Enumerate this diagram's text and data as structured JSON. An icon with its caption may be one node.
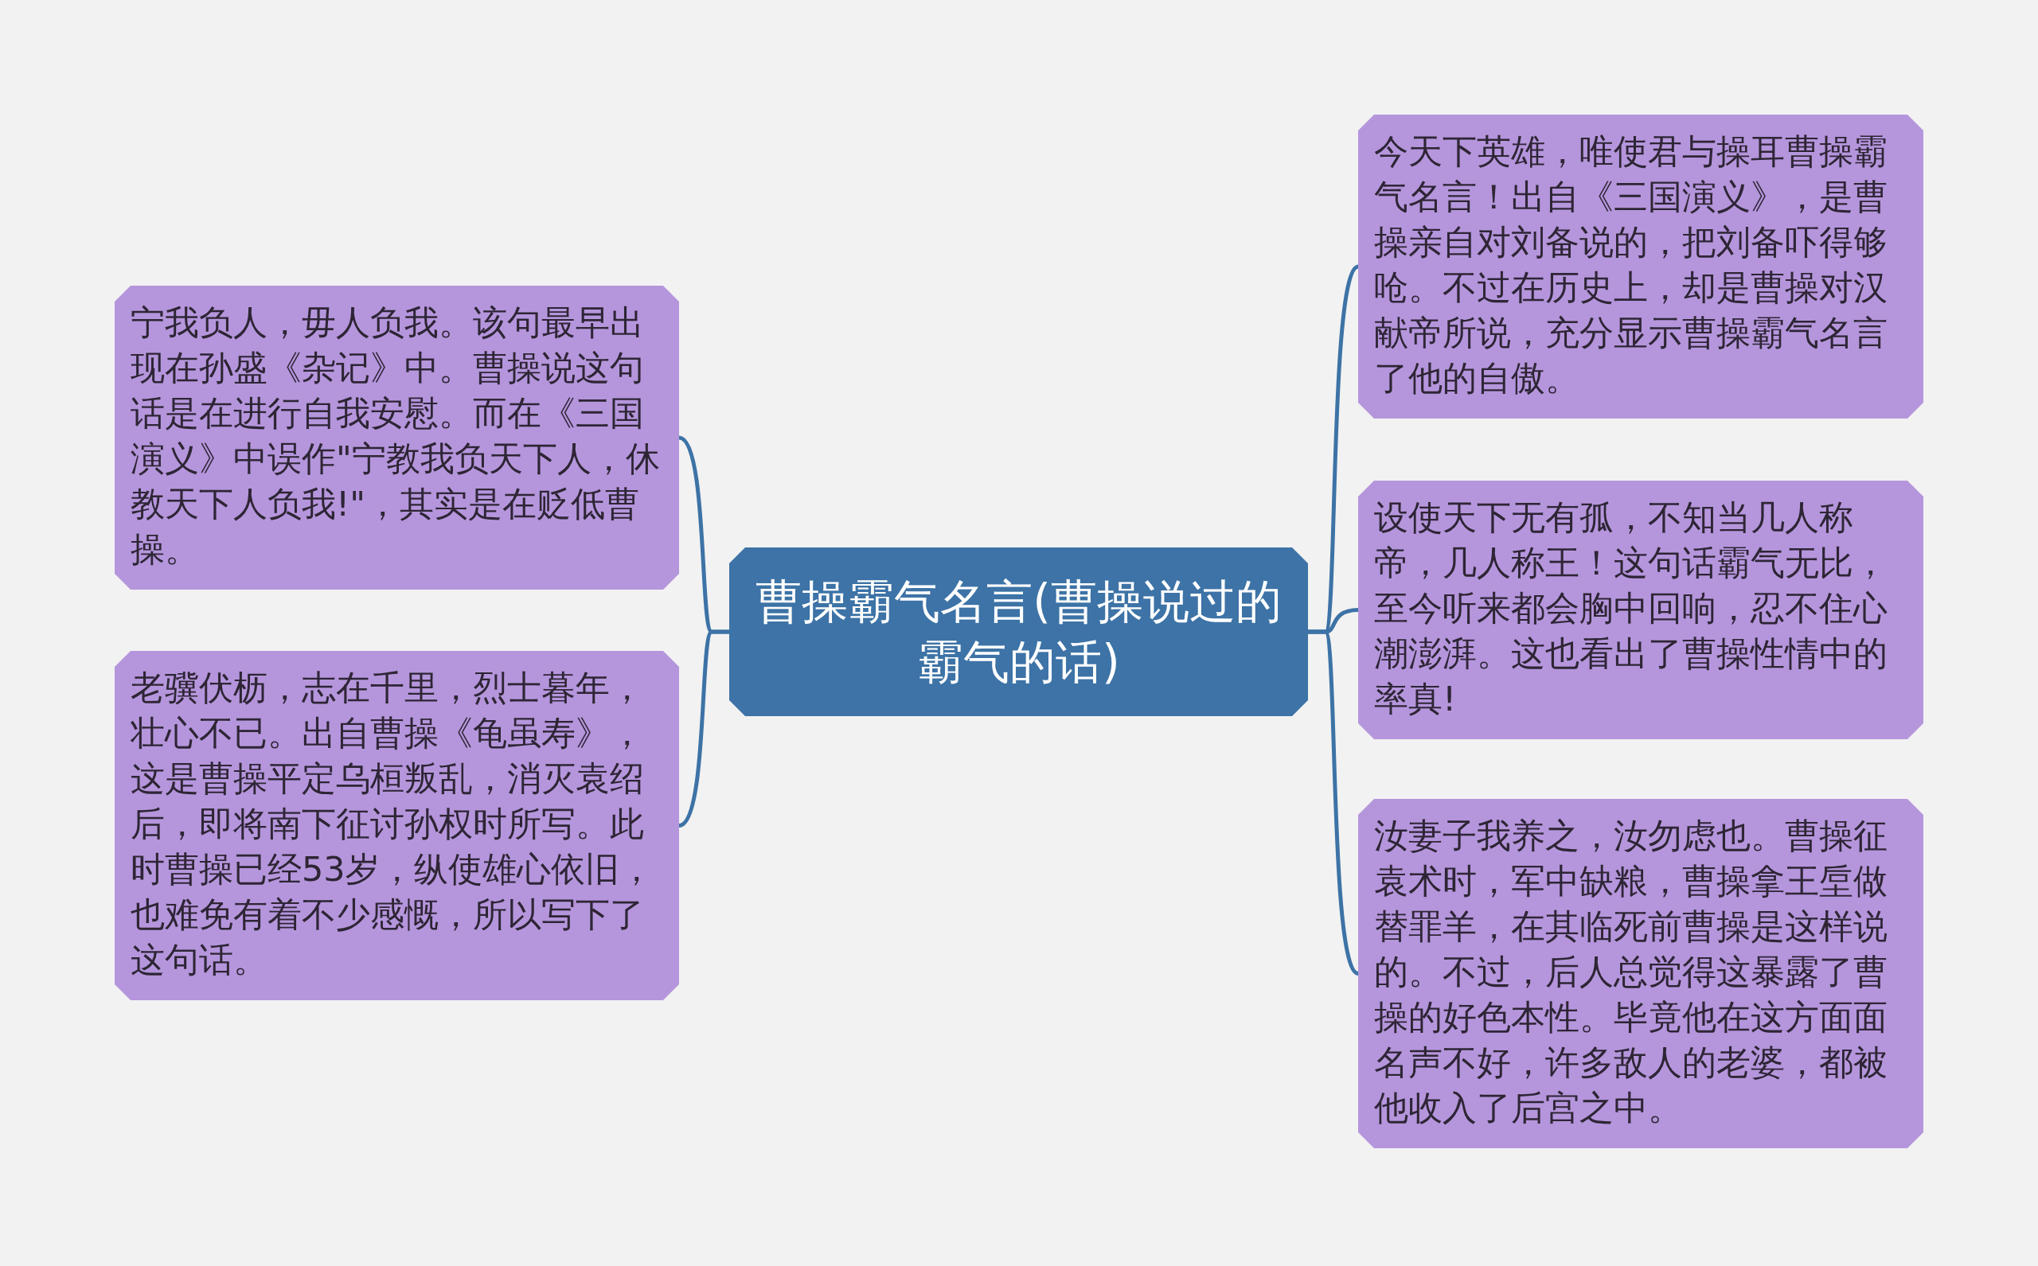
{
  "diagram": {
    "nodes": [
      {
        "text": [
          "曹操霸气名言(曹操说过的霸气的话)"
        ]
      },
      {
        "text": [
          "宁我负人，毋人负我。该句最早出现在孙盛《杂记》中。曹操说这句话是在进行自我安慰。而在《三国演义》中误作\"宁教我负天下人，休教天下人负我!\"，其实是在贬低曹操。"
        ]
      },
      {
        "text": [
          "老骥伏枥，志在千里，烈士暮年，壮心不已。出自曹操《龟虽寿》，这是曹操平定乌桓叛乱，消灭袁绍后，即将南下征讨孙权时所写。此时曹操已经53岁，纵使雄心依旧，也难免有着不少感慨，所以写下了这句话。"
        ]
      },
      {
        "text": [
          "今天下英雄，唯使君与操耳曹操霸气名言！出自《三国演义》，是曹操亲自对刘备说的，把刘备吓得够呛。不过在历史上，却是曹操对汉献帝所说，充分显示曹操霸气名言了他的自傲。"
        ]
      },
      {
        "text": [
          "设使天下无有孤，不知当几人称帝，几人称王！这句话霸气无比，至今听来都会胸中回响，忍不住心潮澎湃。这也看出了曹操性情中的率真!"
        ]
      },
      {
        "text": [
          "汝妻子我养之，汝勿虑也。曹操征袁术时，军中缺粮，曹操拿王垕做替罪羊，在其临死前曹操是这样说的。不过，后人总觉得这暴露了曹操的好色本性。毕竟他在这方面面名声不好，许多敌人的老婆，都被他收入了后宫之中。"
        ]
      }
    ],
    "edges": [
      {
        "from": 0,
        "to": 1,
        "arrow": "none"
      },
      {
        "from": 0,
        "to": 2,
        "arrow": "none"
      },
      {
        "from": 0,
        "to": 3,
        "arrow": "none"
      },
      {
        "from": 0,
        "to": 4,
        "arrow": "none"
      },
      {
        "from": 0,
        "to": 5,
        "arrow": "none"
      }
    ]
  }
}
